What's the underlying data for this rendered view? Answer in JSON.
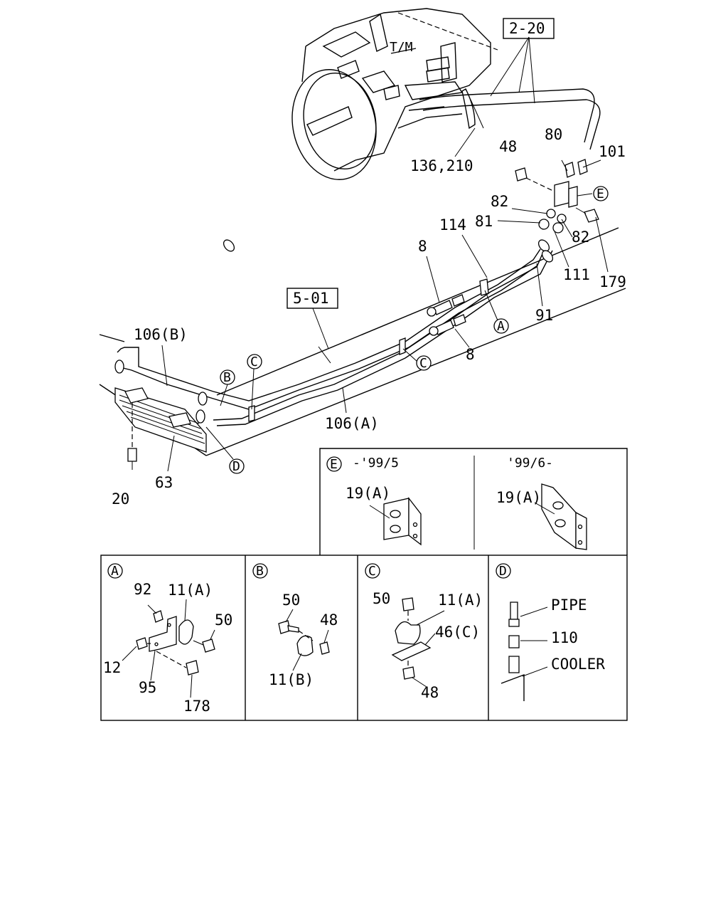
{
  "main": {
    "transmission_label": "T/M",
    "ref_2_20": "2-20",
    "ref_5_01": "5-01",
    "labels": {
      "p136_210": "136,210",
      "p48": "48",
      "p80": "80",
      "p101": "101",
      "p82a": "82",
      "p82b": "82",
      "p81": "81",
      "p114": "114",
      "p111": "111",
      "p179": "179",
      "p8a": "8",
      "p8b": "8",
      "p91": "91",
      "p106b": "106(B)",
      "p106a": "106(A)",
      "p63": "63",
      "p20": "20"
    },
    "callouts": {
      "A": "A",
      "B": "B",
      "C1": "C",
      "C2": "C",
      "D": "D",
      "E": "E"
    }
  },
  "detail_e": {
    "letter": "E",
    "left_range": "-'99/5",
    "right_range": "'99/6-",
    "left_part": "19(A)",
    "right_part": "19(A)"
  },
  "detail_a": {
    "letter": "A",
    "p92": "92",
    "p11a": "11(A)",
    "p50": "50",
    "p12": "12",
    "p95": "95",
    "p178": "178"
  },
  "detail_b": {
    "letter": "B",
    "p50": "50",
    "p48": "48",
    "p11b": "11(B)"
  },
  "detail_c": {
    "letter": "C",
    "p50": "50",
    "p11a": "11(A)",
    "p46c": "46(C)",
    "p48": "48"
  },
  "detail_d": {
    "letter": "D",
    "pipe": "PIPE",
    "p110": "110",
    "cooler": "COOLER"
  }
}
